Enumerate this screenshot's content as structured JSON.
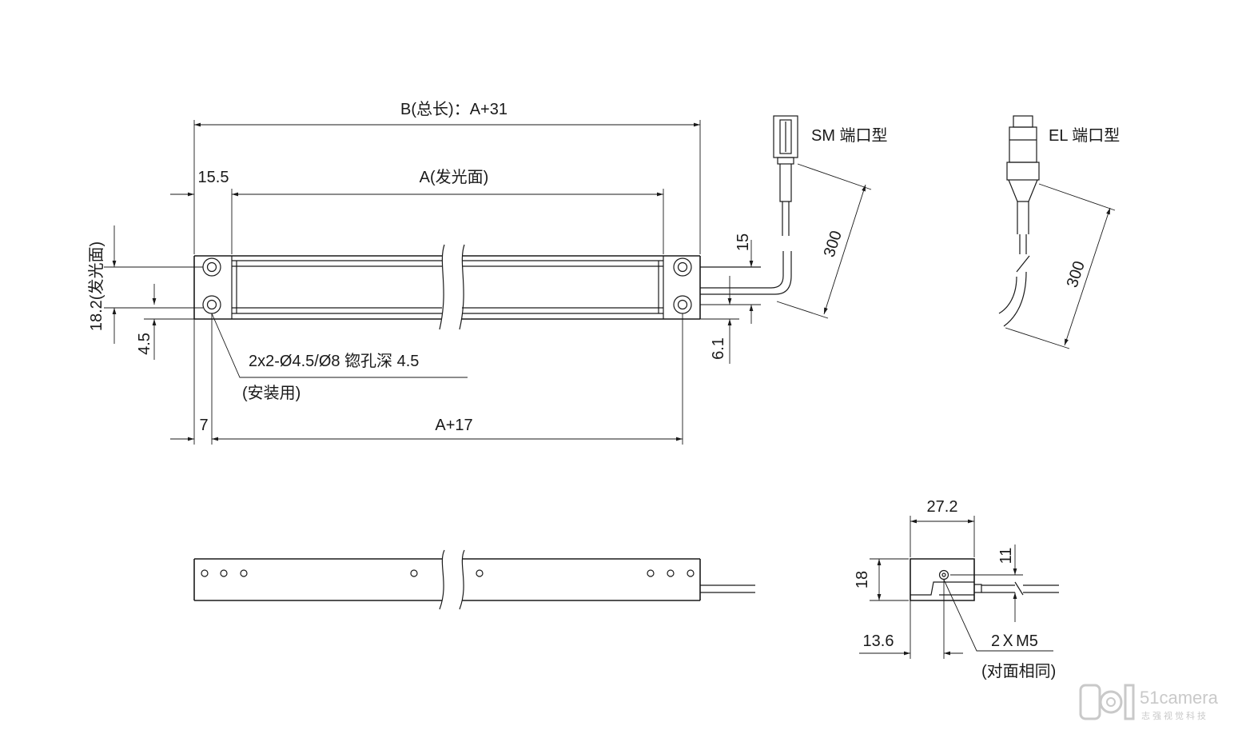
{
  "dims": {
    "total_length": "B(总长)：A+31",
    "left_offset": "15.5",
    "emitting_length": "A(发光面)",
    "emitting_width": "18.2(发光面)",
    "hole_offset": "4.5",
    "bottom_left": "7",
    "hole_span": "A+17",
    "cable_offset": "15",
    "bottom_offset": "6.1",
    "cable_length_sm": "300",
    "cable_length_el": "300",
    "end_width": "27.2",
    "end_height": "18",
    "screw_offset_top": "11",
    "screw_offset_left": "13.6"
  },
  "labels": {
    "holes": "2x2-Ø4.5/Ø8 锪孔深 4.5",
    "holes_note": "(安装用)",
    "sm_connector": "SM 端口型",
    "el_connector": "EL 端口型",
    "screws": "2ＸM5",
    "screws_note": "(对面相同)"
  },
  "watermark": {
    "brand": "51camera",
    "tagline": "志强视觉科技"
  }
}
